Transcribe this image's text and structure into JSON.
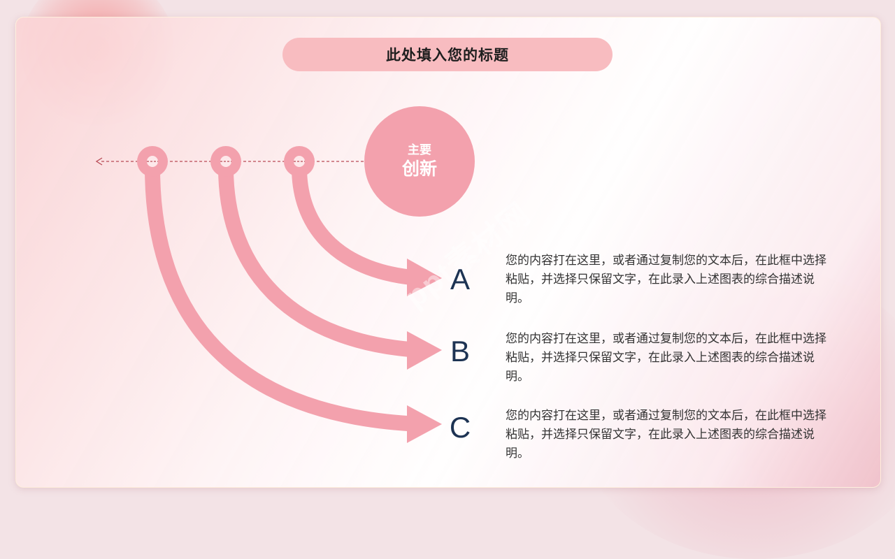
{
  "title": "此处填入您的标题",
  "hub": {
    "line1": "主要",
    "line2": "创新"
  },
  "items": [
    {
      "letter": "A",
      "text": "您的内容打在这里，或者通过复制您的文本后，在此框中选择粘贴，并选择只保留文字，在此录入上述图表的综合描述说明。"
    },
    {
      "letter": "B",
      "text": "您的内容打在这里，或者通过复制您的文本后，在此框中选择粘贴，并选择只保留文字，在此录入上述图表的综合描述说明。"
    },
    {
      "letter": "C",
      "text": "您的内容打在这里，或者通过复制您的文本后，在此框中选择粘贴，并选择只保留文字，在此录入上述图表的综合描述说明。"
    }
  ],
  "watermark": "ppt素材网",
  "colors": {
    "accent": "#f3a1ad",
    "title_pill": "#f8bcc0",
    "letter": "#1d3353",
    "dashed_line": "#b84a55"
  }
}
